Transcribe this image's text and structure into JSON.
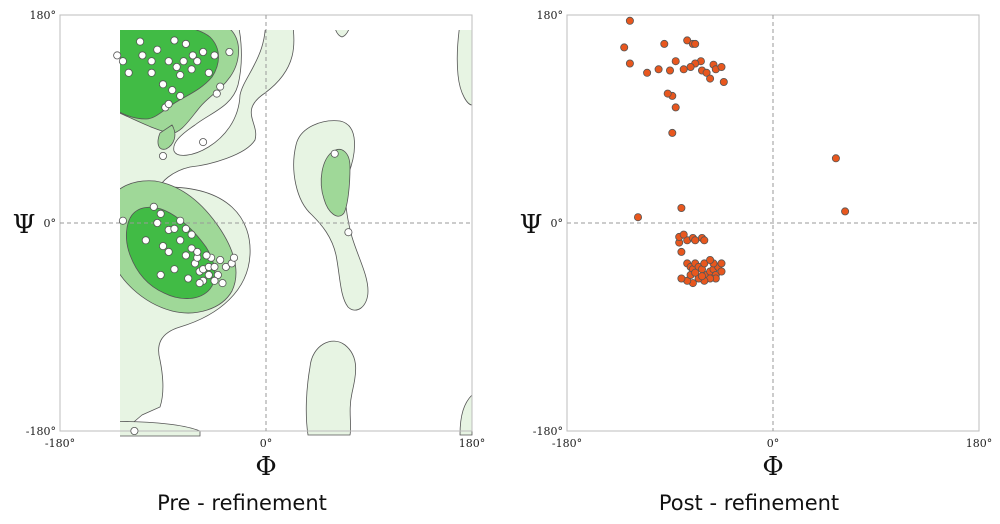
{
  "colors": {
    "allowed": "#e7f4e3",
    "favored": "#9fd898",
    "core": "#41bb45",
    "pre_marker": "#ffffff",
    "post_marker": "#e8571e"
  },
  "chart_data": [
    {
      "type": "scatter",
      "chart": "ramachandran",
      "caption": "Pre - refinement",
      "xlabel": "Φ",
      "ylabel": "Ψ",
      "xlim": [
        -180,
        180
      ],
      "ylim": [
        -180,
        180
      ],
      "xticks": [
        "-180°",
        "0°",
        "180°"
      ],
      "yticks": [
        "180°",
        "0°",
        "-180°"
      ],
      "grid": "dashed zero lines",
      "marker_color": "#ffffff",
      "points": [
        [
          -130,
          145
        ],
        [
          -125,
          140
        ],
        [
          -110,
          157
        ],
        [
          -108,
          145
        ],
        [
          -95,
          150
        ],
        [
          -80,
          158
        ],
        [
          -70,
          155
        ],
        [
          -60,
          140
        ],
        [
          -55,
          148
        ],
        [
          -120,
          130
        ],
        [
          -100,
          130
        ],
        [
          -85,
          140
        ],
        [
          -75,
          128
        ],
        [
          -90,
          120
        ],
        [
          -82,
          115
        ],
        [
          -88,
          100
        ],
        [
          -75,
          110
        ],
        [
          -72,
          140
        ],
        [
          -64,
          145
        ],
        [
          -50,
          130
        ],
        [
          -45,
          145
        ],
        [
          -43,
          112
        ],
        [
          -40,
          118
        ],
        [
          -32,
          148
        ],
        [
          -100,
          140
        ],
        [
          -78,
          135
        ],
        [
          -65,
          133
        ],
        [
          -90,
          58
        ],
        [
          -55,
          70
        ],
        [
          -85,
          103
        ],
        [
          -125,
          2
        ],
        [
          -95,
          0
        ],
        [
          -98,
          14
        ],
        [
          -92,
          8
        ],
        [
          -85,
          -6
        ],
        [
          -80,
          -5
        ],
        [
          -75,
          2
        ],
        [
          -70,
          -5
        ],
        [
          -65,
          -10
        ],
        [
          -105,
          -15
        ],
        [
          -90,
          -20
        ],
        [
          -85,
          -25
        ],
        [
          -75,
          -15
        ],
        [
          -70,
          -28
        ],
        [
          -65,
          -22
        ],
        [
          -62,
          -35
        ],
        [
          -60,
          -30
        ],
        [
          -58,
          -42
        ],
        [
          -55,
          -40
        ],
        [
          -50,
          -38
        ],
        [
          -48,
          -30
        ],
        [
          -45,
          -38
        ],
        [
          -42,
          -45
        ],
        [
          -40,
          -32
        ],
        [
          -35,
          -38
        ],
        [
          -30,
          -35
        ],
        [
          -92,
          -45
        ],
        [
          -80,
          -40
        ],
        [
          -68,
          -48
        ],
        [
          -55,
          -50
        ],
        [
          -50,
          -45
        ],
        [
          -45,
          -50
        ],
        [
          -38,
          -52
        ],
        [
          -28,
          -30
        ],
        [
          -60,
          -25
        ],
        [
          -52,
          -28
        ],
        [
          -58,
          -52
        ],
        [
          60,
          60
        ],
        [
          72,
          -8
        ],
        [
          -115,
          -180
        ]
      ]
    },
    {
      "type": "scatter",
      "chart": "ramachandran",
      "caption": "Post - refinement",
      "xlabel": "Φ",
      "ylabel": "Ψ",
      "xlim": [
        -180,
        180
      ],
      "ylim": [
        -180,
        180
      ],
      "xticks": [
        "-180°",
        "0°",
        "180°"
      ],
      "yticks": [
        "180°",
        "0°",
        "-180°"
      ],
      "grid": "dashed zero lines",
      "marker_color": "#e8571e",
      "points": [
        [
          -125,
          175
        ],
        [
          -130,
          152
        ],
        [
          -100,
          133
        ],
        [
          -110,
          130
        ],
        [
          -125,
          138
        ],
        [
          -95,
          155
        ],
        [
          -85,
          140
        ],
        [
          -78,
          133
        ],
        [
          -75,
          158
        ],
        [
          -70,
          155
        ],
        [
          -68,
          155
        ],
        [
          -63,
          140
        ],
        [
          -62,
          132
        ],
        [
          -58,
          130
        ],
        [
          -55,
          125
        ],
        [
          -52,
          137
        ],
        [
          -50,
          133
        ],
        [
          -45,
          135
        ],
        [
          -43,
          122
        ],
        [
          -68,
          138
        ],
        [
          -88,
          110
        ],
        [
          -92,
          112
        ],
        [
          -90,
          132
        ],
        [
          -85,
          100
        ],
        [
          -72,
          135
        ],
        [
          -88,
          78
        ],
        [
          -118,
          5
        ],
        [
          -82,
          -17
        ],
        [
          -75,
          -15
        ],
        [
          -70,
          -13
        ],
        [
          -68,
          -15
        ],
        [
          -62,
          -13
        ],
        [
          -60,
          -15
        ],
        [
          -80,
          -25
        ],
        [
          -82,
          -12
        ],
        [
          -78,
          -10
        ],
        [
          -80,
          13
        ],
        [
          -75,
          -35
        ],
        [
          -72,
          -38
        ],
        [
          -70,
          -40
        ],
        [
          -68,
          -35
        ],
        [
          -65,
          -38
        ],
        [
          -62,
          -40
        ],
        [
          -60,
          -35
        ],
        [
          -58,
          -45
        ],
        [
          -55,
          -42
        ],
        [
          -52,
          -40
        ],
        [
          -50,
          -45
        ],
        [
          -50,
          -48
        ],
        [
          -48,
          -38
        ],
        [
          -45,
          -42
        ],
        [
          -55,
          -48
        ],
        [
          -60,
          -50
        ],
        [
          -65,
          -48
        ],
        [
          -70,
          -52
        ],
        [
          -75,
          -50
        ],
        [
          -72,
          -45
        ],
        [
          -62,
          -46
        ],
        [
          -68,
          -43
        ],
        [
          -52,
          -35
        ],
        [
          -55,
          -32
        ],
        [
          -45,
          -35
        ],
        [
          -80,
          -48
        ],
        [
          55,
          56
        ],
        [
          63,
          10
        ]
      ]
    }
  ]
}
